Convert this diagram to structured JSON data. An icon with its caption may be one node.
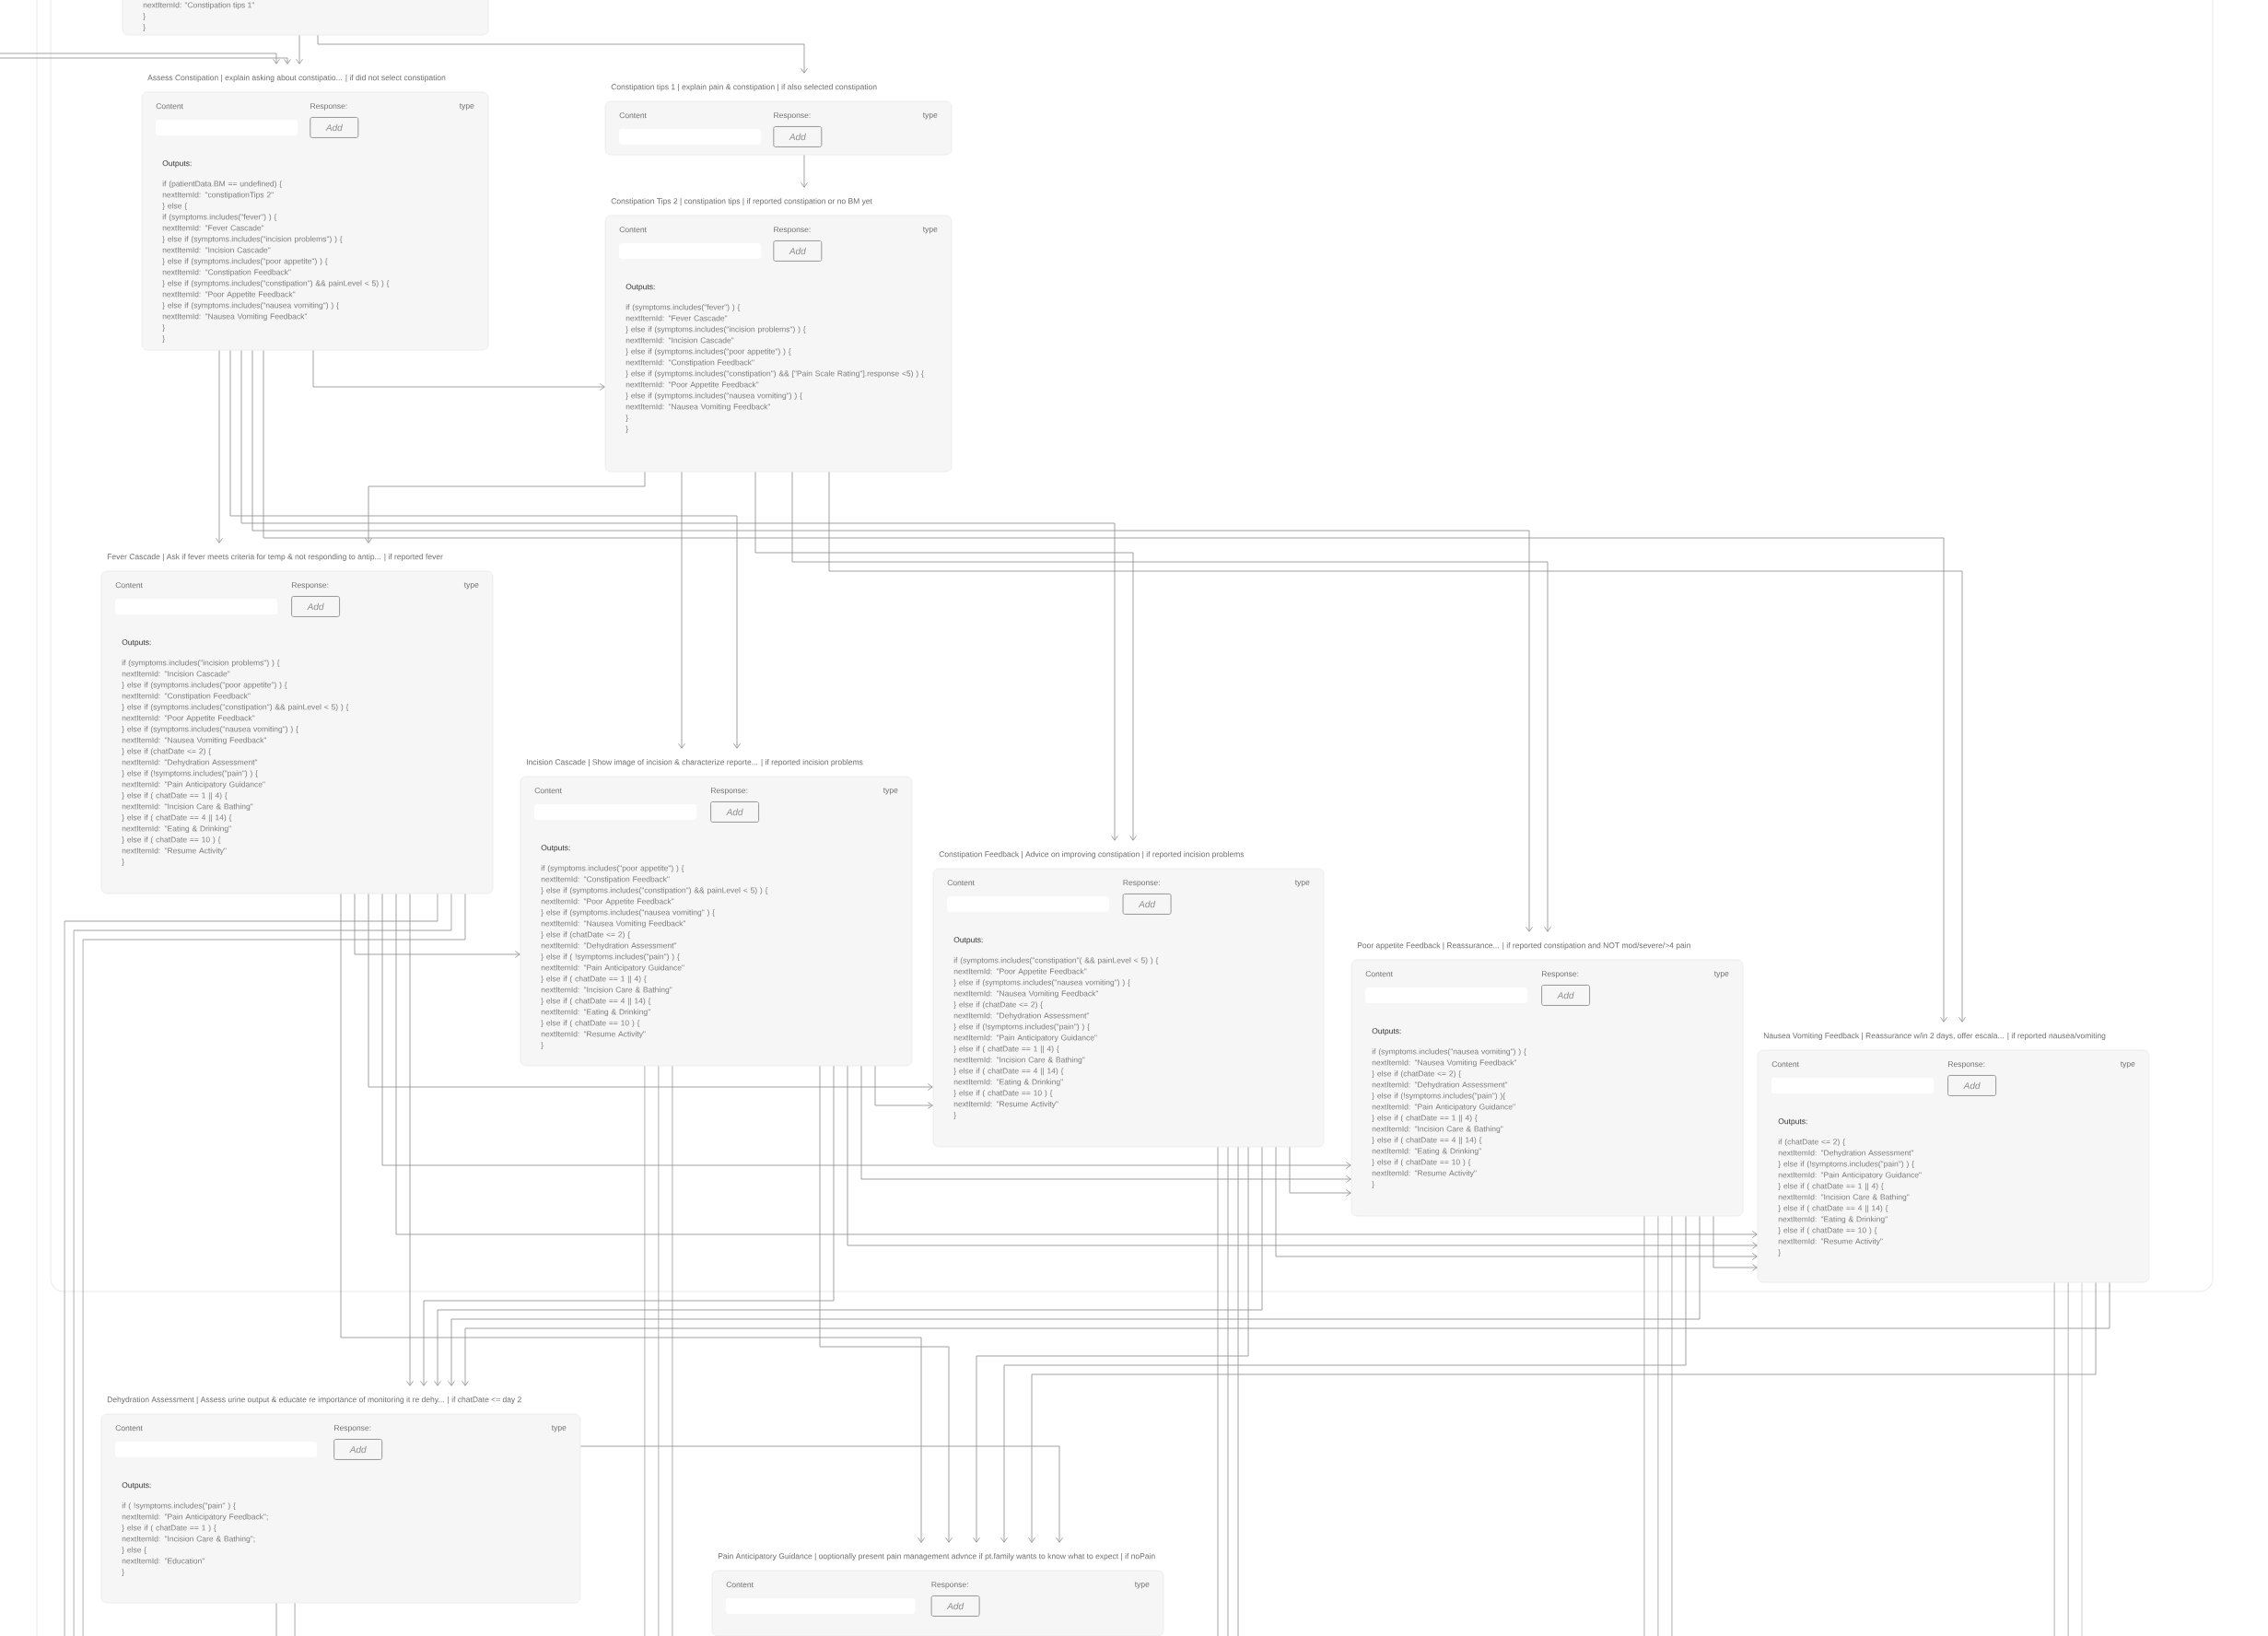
{
  "diagram": {
    "nodes": [
      {
        "text": [
          "nextItemId: \"Constipation tips 1\"",
          "}",
          "}"
        ]
      },
      {
        "text": [
          "Assess Constipation | explain asking about constipatio... | if did not select constipation",
          "Content",
          "Response:",
          "type",
          "Add",
          "Outputs:",
          "if (patientData.BM == undefined) {",
          "nextItemId: \"constipationTips 2\"",
          "} else {",
          "if (symptoms.includes(\"fever\") ) {",
          "nextItemId: \"Fever Cascade\"",
          "} else if (symptoms.includes(\"incision problems\") ) {",
          "nextItemId: \"Incision Cascade\"",
          "} else if (symptoms.includes(\"poor appetite\") ) {",
          "nextItemId: \"Constipation Feedback\"",
          "} else if (symptoms.includes(\"constipation\") && painLevel < 5) ) {",
          "nextItemId: \"Poor Appetite Feedback\"",
          "} else if (symptoms.includes(\"nausea vomiting\") ) {",
          "nextItemId: \"Nausea Vomiting Feedback\"",
          "}",
          "}"
        ]
      },
      {
        "text": [
          "Constipation tips 1 | explain pain & constipation | if also selected constipation",
          "Content",
          "Response:",
          "type",
          "Add"
        ]
      },
      {
        "text": [
          "Constipation Tips 2 | constipation tips | if reported constipation or no BM yet",
          "Content",
          "Response:",
          "type",
          "Add",
          "Outputs:",
          "if (symptoms.includes(\"fever\") ) {",
          "nextItemId: \"Fever Cascade\"",
          "} else if (symptoms.includes(\"incision problems\") ) {",
          "nextItemId: \"Incision Cascade\"",
          "} else if (symptoms.includes(\"poor appetite\") ) {",
          "nextItemId: \"Constipation Feedback\"",
          "} else if (symptoms.includes(\"constipation\") && [\"Pain Scale Rating\"].response <5) ) {",
          "nextItemId: \"Poor Appetite Feedback\"",
          "} else if (symptoms.includes(\"nausea vomiting\") ) {",
          "nextItemId: \"Nausea Vomiting Feedback\"",
          "}",
          "}"
        ]
      },
      {
        "text": [
          "Fever Cascade | Ask if fever meets criteria for temp & not responding to antip... | if reported fever",
          "Content",
          "Response:",
          "type",
          "Add",
          "Outputs:",
          "if (symptoms.includes(\"incision problems\") ) {",
          "nextItemId: \"Incision Cascade\"",
          "} else if (symptoms.includes(\"poor appetite\") ) {",
          "nextItemId: \"Constipation Feedback\"",
          "} else if (symptoms.includes(\"constipation\") && painLevel < 5) ) {",
          "nextItemId: \"Poor Appetite Feedback\"",
          "} else if (symptoms.includes(\"nausea vomiting\") ) {",
          "nextItemId: \"Nausea Vomiting Feedback\"",
          "} else if (chatDate <= 2) {",
          "nextItemId: \"Dehydration Assessment\"",
          "} else if (!symptoms.includes(\"pain\") ) {",
          "nextItemId: \"Pain Anticipatory Guidance\"",
          "} else if ( chatDate == 1 || 4) {",
          "nextItemId: \"Incision Care & Bathing\"",
          "} else if ( chatDate == 4 || 14) {",
          "nextItemId: \"Eating & Drinking\"",
          "} else if ( chatDate == 10 ) {",
          "nextItemId: \"Resume Activity\"",
          "}"
        ]
      },
      {
        "text": [
          "Incision Cascade | Show image of incision & characterize reporte... | if reported incision problems",
          "Content",
          "Response:",
          "type",
          "Add",
          "Outputs:",
          "if (symptoms.includes(\"poor appetite\") ) {",
          "nextItemId: \"Constipation Feedback\"",
          "} else if (symptoms.includes(\"constipation\") && painLevel < 5) ) {",
          "nextItemId: \"Poor Appetite Feedback\"",
          "} else if (symptoms.includes(\"nausea vomiting\" ) {",
          "nextItemId: \"Nausea Vomiting Feedback\"",
          "} else if (chatDate <= 2) {",
          "nextItemId: \"Dehydration Assessment\"",
          "} else if ( !symptoms.includes(\"pain\") ) {",
          "nextItemId: \"Pain Anticipatory Guidance\"",
          "} else if ( chatDate == 1 || 4) {",
          "nextItemId: \"Incision Care & Bathing\"",
          "} else if ( chatDate == 4 || 14) {",
          "nextItemId: \"Eating & Drinking\"",
          "} else if ( chatDate == 10 ) {",
          "nextItemId: \"Resume Activity\"",
          "}"
        ]
      },
      {
        "text": [
          "Constipation Feedback | Advice on improving constipation | if reported incision problems",
          "Content",
          "Response:",
          "type",
          "Add",
          "Outputs:",
          "if (symptoms.includes(\"constipation\"( && painLevel < 5) ) {",
          "nextItemId: \"Poor Appetite Feedback\"",
          "} else if (symptoms.includes(\"nausea vomiting\") ) {",
          "nextItemId: \"Nausea Vomiting Feedback\"",
          "} else if (chatDate <= 2) {",
          "nextItemId: \"Dehydration Assessment\"",
          "} else if (!symptoms.includes(\"pain\") ) {",
          "nextItemId: \"Pain Anticipatory Guidance\"",
          "} else if ( chatDate == 1 || 4) {",
          "nextItemId: \"Incision Care & Bathing\"",
          "} else if ( chatDate == 4 || 14) {",
          "nextItemId: \"Eating & Drinking\"",
          "} else if ( chatDate == 10 ) {",
          "nextItemId: \"Resume Activity\"",
          "}"
        ]
      },
      {
        "text": [
          "Poor appetite Feedback | Reassurance... | if reported constipation and NOT mod/severe/>4 pain",
          "Content",
          "Response:",
          "type",
          "Add",
          "Outputs:",
          "if (symptoms.includes(\"nausea vomiting\") ) {",
          "nextItemId: \"Nausea Vomiting Feedback\"",
          "} else if (chatDate <= 2) {",
          "nextItemId: \"Dehydration Assessment\"",
          "} else if (!symptoms.includes(\"pain\") ){",
          "nextItemId: \"Pain Anticipatory Guidance\"",
          "} else if ( chatDate == 1 || 4) {",
          "nextItemId: \"Incision Care & Bathing\"",
          "} else if ( chatDate == 4 || 14) {",
          "nextItemId: \"Eating & Drinking\"",
          "} else if ( chatDate == 10 ) {",
          "nextItemId: \"Resume Activity\"",
          "}"
        ]
      },
      {
        "text": [
          "Nausea Vomiting Feedback | Reassurance w/in 2 days, offer escala... | if reported nausea/vomiting",
          "Content",
          "Response:",
          "type",
          "Add",
          "Outputs:",
          "if (chatDate <= 2) {",
          "nextItemId: \"Dehydration Assessment\"",
          "} else if (!symptoms.includes(\"pain\") ) {",
          "nextItemId: \"Pain Anticipatory Guidance\"",
          "} else if ( chatDate == 1 || 4) {",
          "nextItemId: \"Incision Care & Bathing\"",
          "} else if ( chatDate == 4 || 14) {",
          "nextItemId: \"Eating & Drinking\"",
          "} else if ( chatDate == 10 ) {",
          "nextItemId: \"Resume Activity\"",
          "}"
        ]
      },
      {
        "text": [
          "Dehydration Assessment | Assess urine output & educate re importance of monitoring it re dehy... | if chatDate <= day 2",
          "Content",
          "Response:",
          "type",
          "Add",
          "Outputs:",
          "if ( !symptoms.includes(\"pain\" ) {",
          "nextItemId: \"Pain Anticipatory Feedback\";",
          "} else if ( chatDate == 1 ) {",
          "nextItemId: \"Incision Care & Bathing\";",
          "} else {",
          "nextItemId: \"Education\"",
          "}"
        ]
      },
      {
        "text": [
          "Pain Anticipatory Guidance | ooptionally present pain management advnce if pt.family wants to know what to expect | if noPain",
          "Content",
          "Response:",
          "type",
          "Add"
        ]
      }
    ],
    "edges": [
      {
        "from": null,
        "to": 1,
        "arrow": "to"
      },
      {
        "from": null,
        "to": 1,
        "arrow": "to"
      },
      {
        "from": 0,
        "to": 1,
        "arrow": "to"
      },
      {
        "from": 0,
        "to": 2,
        "arrow": "to"
      },
      {
        "from": 1,
        "to": 3,
        "arrow": "to"
      },
      {
        "from": 1,
        "to": 4,
        "arrow": "to"
      },
      {
        "from": 1,
        "to": 5,
        "arrow": "to"
      },
      {
        "from": 1,
        "to": 6,
        "arrow": "to"
      },
      {
        "from": 1,
        "to": 7,
        "arrow": "to"
      },
      {
        "from": 1,
        "to": 8,
        "arrow": "to"
      },
      {
        "from": 2,
        "to": 3,
        "arrow": "to"
      },
      {
        "from": 3,
        "to": 4,
        "arrow": "to"
      },
      {
        "from": 3,
        "to": 5,
        "arrow": "to"
      },
      {
        "from": 3,
        "to": 6,
        "arrow": "to"
      },
      {
        "from": 3,
        "to": 7,
        "arrow": "to"
      },
      {
        "from": 3,
        "to": 8,
        "arrow": "to"
      },
      {
        "from": 4,
        "to": 5,
        "arrow": "to"
      },
      {
        "from": 4,
        "to": 6,
        "arrow": "to"
      },
      {
        "from": 4,
        "to": 7,
        "arrow": "to"
      },
      {
        "from": 4,
        "to": 8,
        "arrow": "to"
      },
      {
        "from": 4,
        "to": 9,
        "arrow": "to"
      },
      {
        "from": 4,
        "to": 10,
        "arrow": "to"
      },
      {
        "from": 4,
        "to": null,
        "arrow": "none"
      },
      {
        "from": 4,
        "to": null,
        "arrow": "none"
      },
      {
        "from": 4,
        "to": null,
        "arrow": "none"
      },
      {
        "from": 5,
        "to": 6,
        "arrow": "to"
      },
      {
        "from": 5,
        "to": 7,
        "arrow": "to"
      },
      {
        "from": 5,
        "to": 8,
        "arrow": "to"
      },
      {
        "from": 5,
        "to": 9,
        "arrow": "to"
      },
      {
        "from": 5,
        "to": 10,
        "arrow": "to"
      },
      {
        "from": 5,
        "to": null,
        "arrow": "none"
      },
      {
        "from": 5,
        "to": null,
        "arrow": "none"
      },
      {
        "from": 5,
        "to": null,
        "arrow": "none"
      },
      {
        "from": 6,
        "to": 7,
        "arrow": "to"
      },
      {
        "from": 6,
        "to": 8,
        "arrow": "to"
      },
      {
        "from": 6,
        "to": 9,
        "arrow": "to"
      },
      {
        "from": 6,
        "to": 10,
        "arrow": "to"
      },
      {
        "from": 6,
        "to": null,
        "arrow": "none"
      },
      {
        "from": 6,
        "to": null,
        "arrow": "none"
      },
      {
        "from": 6,
        "to": null,
        "arrow": "none"
      },
      {
        "from": 7,
        "to": 8,
        "arrow": "to"
      },
      {
        "from": 7,
        "to": 9,
        "arrow": "to"
      },
      {
        "from": 7,
        "to": 10,
        "arrow": "to"
      },
      {
        "from": 7,
        "to": null,
        "arrow": "none"
      },
      {
        "from": 7,
        "to": null,
        "arrow": "none"
      },
      {
        "from": 7,
        "to": null,
        "arrow": "none"
      },
      {
        "from": 8,
        "to": 9,
        "arrow": "to"
      },
      {
        "from": 8,
        "to": 10,
        "arrow": "to"
      },
      {
        "from": 8,
        "to": null,
        "arrow": "none"
      },
      {
        "from": 8,
        "to": null,
        "arrow": "none"
      },
      {
        "from": 8,
        "to": null,
        "arrow": "none"
      },
      {
        "from": 9,
        "to": 10,
        "arrow": "to"
      },
      {
        "from": 9,
        "to": null,
        "arrow": "none"
      },
      {
        "from": 9,
        "to": null,
        "arrow": "none"
      }
    ]
  }
}
